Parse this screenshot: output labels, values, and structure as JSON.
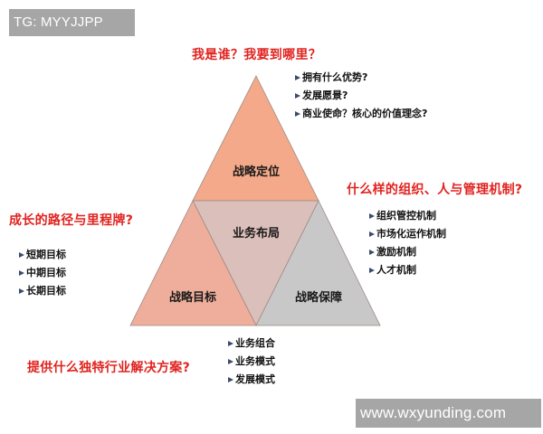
{
  "watermarks": {
    "top": "TG: MYYJJPP",
    "bottom": "www.wxyunding.com"
  },
  "pyramid": {
    "top": {
      "label": "战略定位",
      "color": "#f4a98a"
    },
    "center": {
      "label": "业务布局",
      "color": "#dbbfba"
    },
    "bottom_left": {
      "label": "战略目标",
      "color": "#eeae9b"
    },
    "bottom_right": {
      "label": "战略保障",
      "color": "#c8c8c8"
    },
    "edge_color": "#9a8a84"
  },
  "sections": {
    "positioning": {
      "question": "我是谁？我要到哪里？",
      "items": [
        "拥有什么优势?",
        "发展愿景?",
        "商业使命？核心的价值理念?"
      ]
    },
    "guarantee": {
      "question": "什么样的组织、人与管理机制?",
      "items": [
        "组织管控机制",
        "市场化运作机制",
        "激励机制",
        "人才机制"
      ]
    },
    "goals": {
      "question": "成长的路径与里程牌?",
      "items": [
        "短期目标",
        "中期目标",
        "长期目标"
      ]
    },
    "business": {
      "question": "提供什么独特行业解决方案?",
      "items": [
        "业务组合",
        "业务模式",
        "发展模式"
      ]
    }
  },
  "colors": {
    "question_red": "#e0231f",
    "bullet_arrow": "#3b4a6b",
    "watermark_bg": "#a6a6a6"
  }
}
